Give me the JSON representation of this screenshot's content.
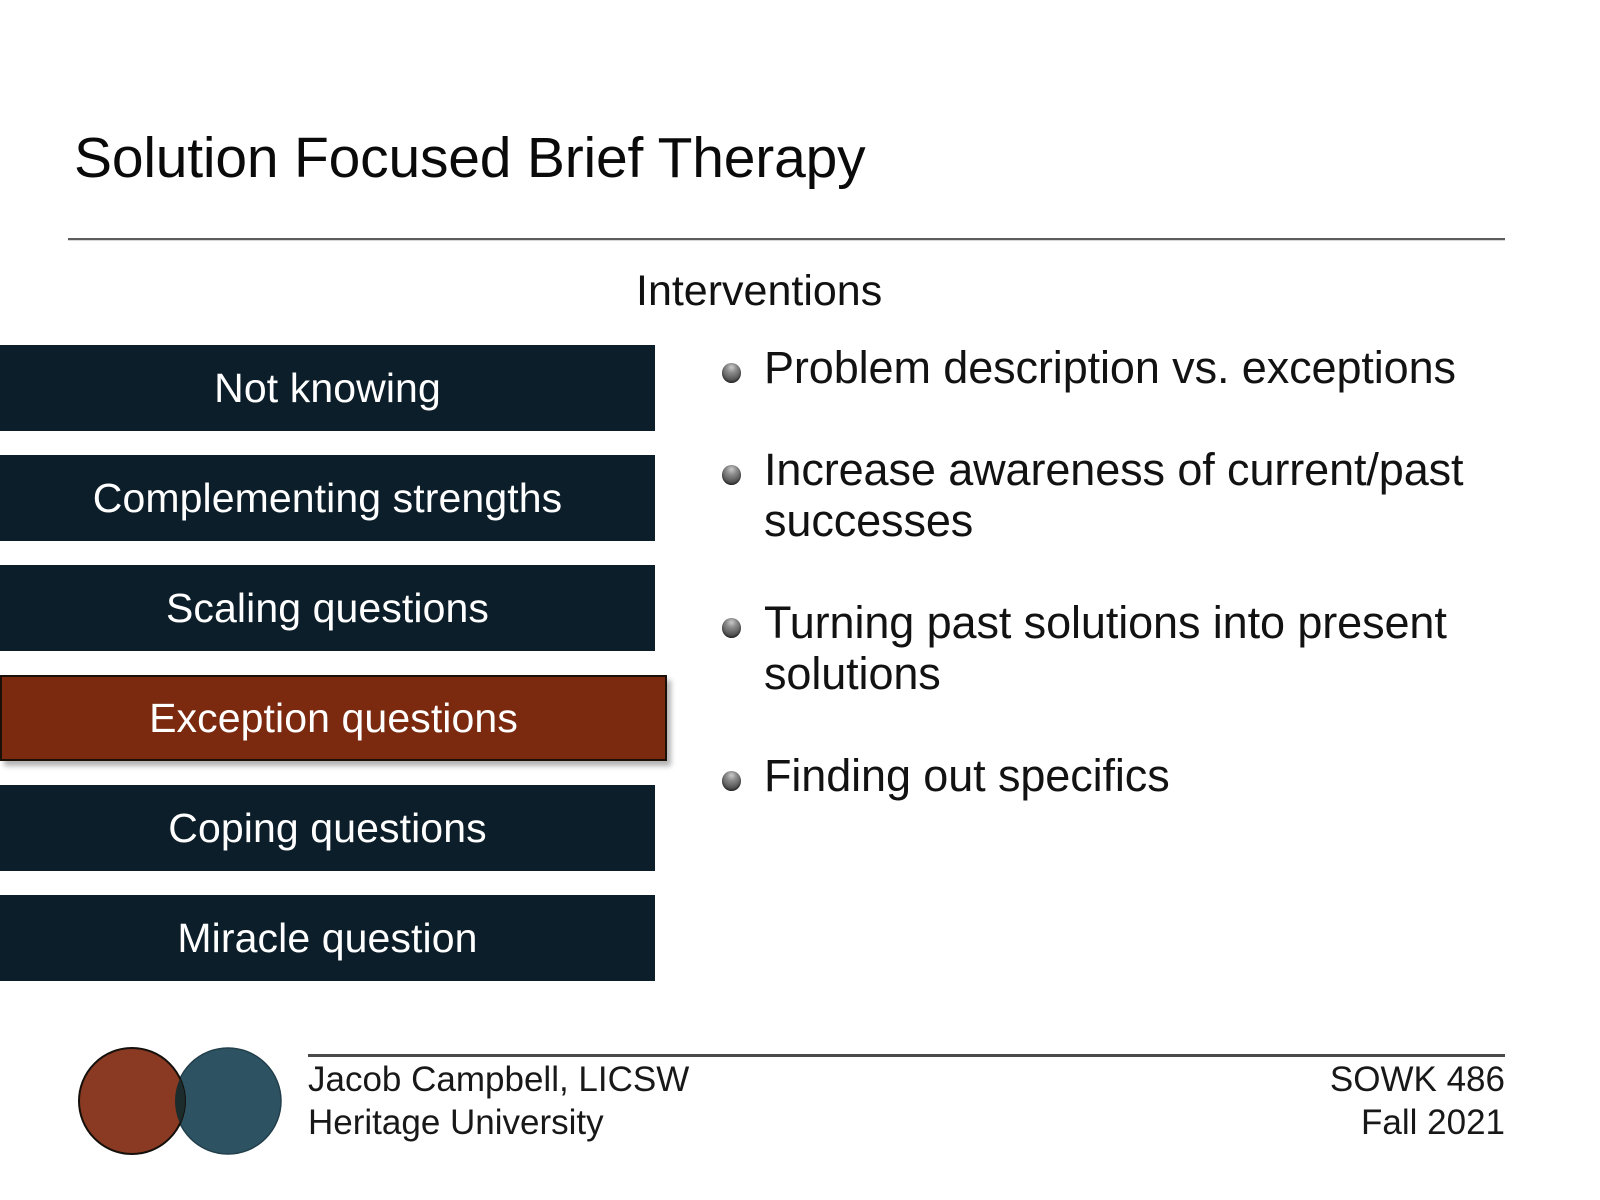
{
  "slide": {
    "title": "Solution Focused Brief Therapy",
    "section_heading": "Interventions"
  },
  "techniques": {
    "items": [
      {
        "label": "Not knowing",
        "state": "normal",
        "color": "#0c1e29"
      },
      {
        "label": "Complementing strengths",
        "state": "normal",
        "color": "#0c1e29"
      },
      {
        "label": "Scaling questions",
        "state": "normal",
        "color": "#0c1e29"
      },
      {
        "label": "Exception questions",
        "state": "highlighted",
        "color": "#7b2a10"
      },
      {
        "label": "Coping questions",
        "state": "normal",
        "color": "#0c1e29"
      },
      {
        "label": "Miracle question",
        "state": "normal",
        "color": "#0c1e29"
      }
    ]
  },
  "interventions": {
    "bullet_icon": "sphere-bullet-icon",
    "items": [
      "Problem description vs. exceptions",
      "Increase awareness of current/past successes",
      "Turning past solutions into present solutions",
      "Finding out specifics"
    ]
  },
  "footer": {
    "logo": {
      "name": "heritage-overlapping-circles-logo",
      "left_circle_color": "#8a3a22",
      "right_circle_color": "#2d5362",
      "overlap_color": "#1c2b2b"
    },
    "presenter": "Jacob Campbell, LICSW",
    "institution": "Heritage University",
    "course": "SOWK 486",
    "term": "Fall 2021"
  },
  "theme": {
    "background": "#ffffff",
    "text_color": "#111111",
    "navy": "#0c1e29",
    "accent_red": "#7b2a10",
    "rule_color": "#4a4a4a"
  }
}
